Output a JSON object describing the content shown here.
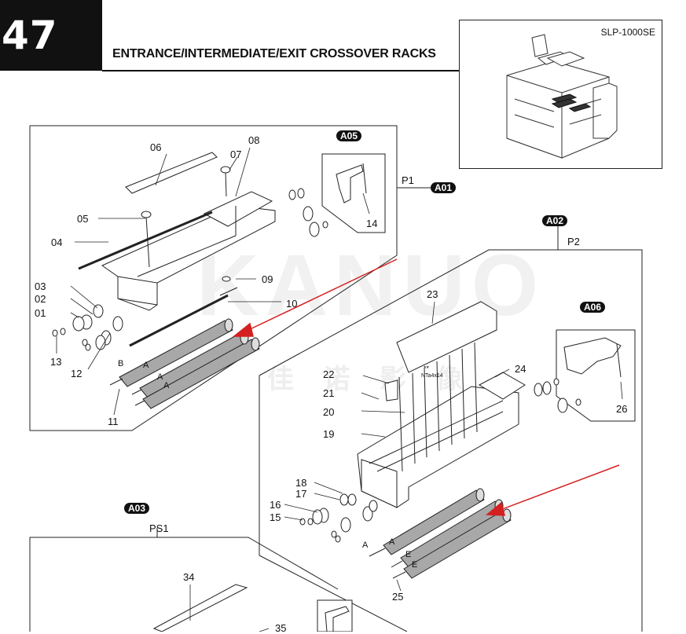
{
  "header": {
    "page_number": "47",
    "title": "ENTRANCE/INTERMEDIATE/EXIT CROSSOVER RACKS"
  },
  "model": {
    "name": "SLP-1000SE"
  },
  "watermark": {
    "latin": "KANUO",
    "cjk": "佳 诺 影 像"
  },
  "groups": {
    "p1": {
      "label": "P1",
      "tag": "A01"
    },
    "p2": {
      "label": "P2",
      "tag": "A02"
    },
    "ps1": {
      "label": "PS1",
      "tag": "A03"
    }
  },
  "sub_tags": {
    "a05": "A05",
    "a06": "A06"
  },
  "parts": {
    "p01": "01",
    "p02": "02",
    "p03": "03",
    "p04": "04",
    "p05": "05",
    "p06": "06",
    "p07": "07",
    "p08": "08",
    "p09": "09",
    "p10": "10",
    "p11": "11",
    "p12": "12",
    "p13": "13",
    "p14": "14",
    "p15": "15",
    "p16": "16",
    "p17": "17",
    "p18": "18",
    "p19": "19",
    "p20": "20",
    "p21": "21",
    "p22": "22",
    "p23": "23",
    "p24": "24",
    "p25": "25",
    "p26": "26",
    "p34": "34",
    "p35": "35"
  },
  "roller_marks": {
    "a": "A",
    "b": "B",
    "e": "E"
  },
  "screw_note": {
    "stars": "**",
    "spec": "NTa4x14"
  },
  "colors": {
    "arrow": "#d42020",
    "roller_fill": "#a8a8a8",
    "line": "#222222"
  }
}
